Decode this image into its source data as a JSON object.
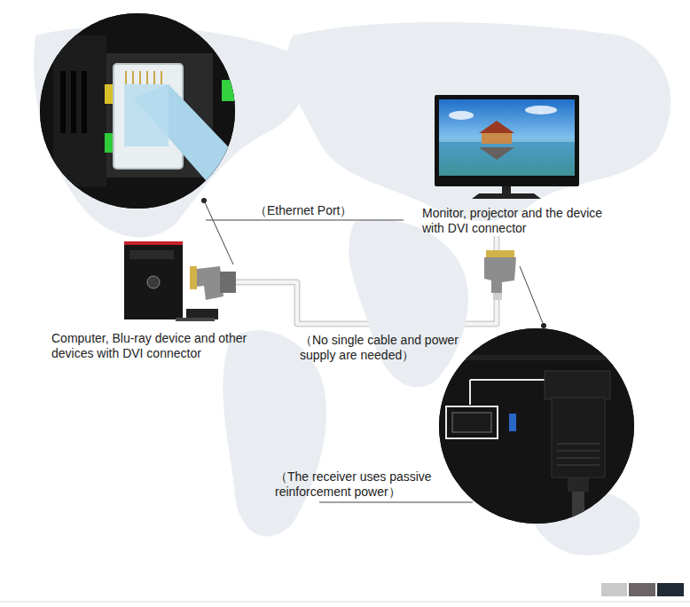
{
  "diagram": {
    "nodes": [
      {
        "text": [
          "Monitor, projector and the device with DVI connector"
        ]
      },
      {
        "text": [
          "Computer, Blu-ray device and other devices with DVI connector"
        ]
      }
    ],
    "edges": [
      {
        "from": 1,
        "to": 0,
        "arrow": "none",
        "label": "（No single cable and power supply are needed）"
      }
    ],
    "labels": [
      "（Ethernet Port）",
      "（The receiver uses passive reinforcement power）"
    ]
  }
}
